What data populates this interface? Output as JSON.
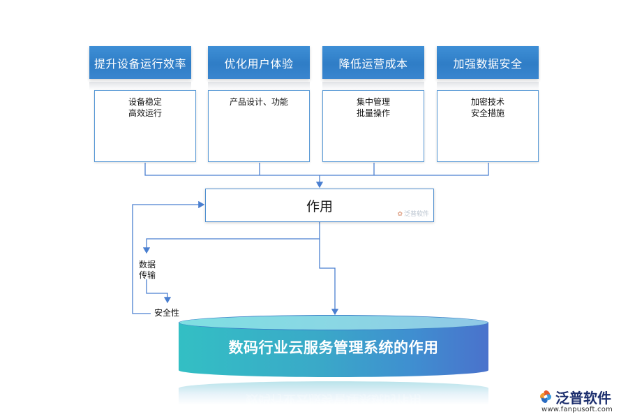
{
  "diagram": {
    "columns": [
      {
        "title": "提升设备运行效率",
        "lines": [
          "设备稳定",
          "高效运行"
        ]
      },
      {
        "title": "优化用户体验",
        "lines": [
          "产品设计、功能"
        ]
      },
      {
        "title": "降低运营成本",
        "lines": [
          "集中管理",
          "批量操作"
        ]
      },
      {
        "title": "加强数据安全",
        "lines": [
          "加密技术",
          "安全措施"
        ]
      }
    ],
    "center_label": "作用",
    "center_watermark": "泛普软件",
    "side_labels": {
      "data_transfer": [
        "数据",
        "传输"
      ],
      "security": "安全性"
    },
    "base_label": "数码行业云服务管理系统的作用"
  },
  "brand": {
    "name": "泛普软件",
    "url": "www.fanpusoft.com"
  },
  "colors": {
    "header_blue": "#2f7dc6",
    "connector": "#4a7fd0",
    "cylinder_left": "#33bfc4",
    "cylinder_right": "#4a72cc"
  }
}
